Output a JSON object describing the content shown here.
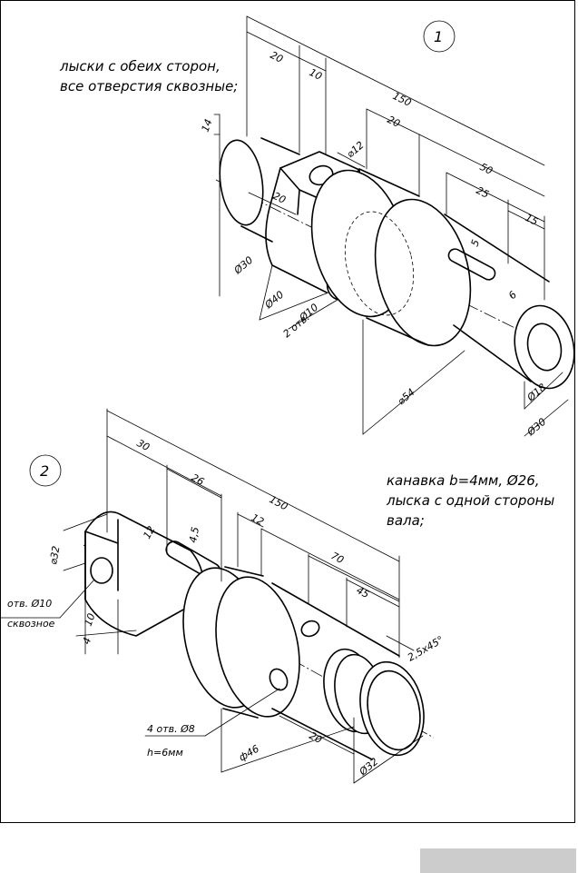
{
  "part1": {
    "number": "1",
    "note_line1": "лыски с обеих сторон,",
    "note_line2": "все отверстия сквозные;",
    "dims": {
      "d20a": "20",
      "d10": "10",
      "d150": "150",
      "d20b": "20",
      "d14": "14",
      "d12": "⌀12",
      "d20c": "20",
      "d50": "50",
      "d25": "25",
      "d15": "15",
      "d5": "5",
      "d6": "6",
      "d30": "Ø30",
      "d40": "Ø40",
      "d10h": "Ø10",
      "holes": "2 отв.",
      "d54": "⌀54",
      "d18": "Ø18",
      "d30b": "Ø30"
    }
  },
  "part2": {
    "number": "2",
    "note_line1": "канавка b=4мм, Ø26,",
    "note_line2": "лыска с одной стороны",
    "note_line3": "вала;",
    "dims": {
      "d30": "30",
      "d26": "26",
      "d150": "150",
      "d12": "12",
      "d70": "70",
      "d45": "45",
      "d32": "⌀32",
      "d12b": "12",
      "d45b": "4,5",
      "hole_note1": "отв. Ø10",
      "hole_note2": "сквозное",
      "d10": "10",
      "d4": "4",
      "chamfer": "2,5x45°",
      "holes_note1": "4 отв. Ø8",
      "holes_note2": "h=6мм",
      "d46": "ф46",
      "d20": "20",
      "d32b": "Ø32"
    }
  }
}
